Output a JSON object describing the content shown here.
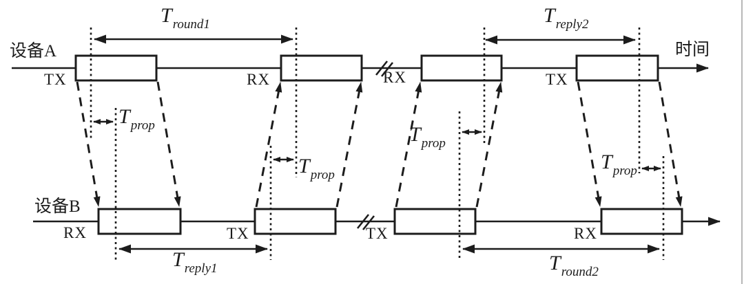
{
  "figure": {
    "device_a_label": "设备A",
    "device_b_label": "设备B",
    "time_axis_label": "时间",
    "event_labels": {
      "a1": "TX",
      "a2": "RX",
      "a3": "RX",
      "a4": "TX",
      "b1": "RX",
      "b2": "TX",
      "b3": "TX",
      "b4": "RX"
    },
    "measurements": {
      "t_round1": {
        "symbol": "T",
        "subscript": "round1"
      },
      "t_reply1": {
        "symbol": "T",
        "subscript": "reply1"
      },
      "t_reply2": {
        "symbol": "T",
        "subscript": "reply2"
      },
      "t_round2": {
        "symbol": "T",
        "subscript": "round2"
      },
      "t_prop": {
        "symbol": "T",
        "subscript": "prop"
      }
    },
    "colors": {
      "ink": "#1c1c1c",
      "background": "#ffffff",
      "frame_border": "#b7b7b7"
    }
  }
}
